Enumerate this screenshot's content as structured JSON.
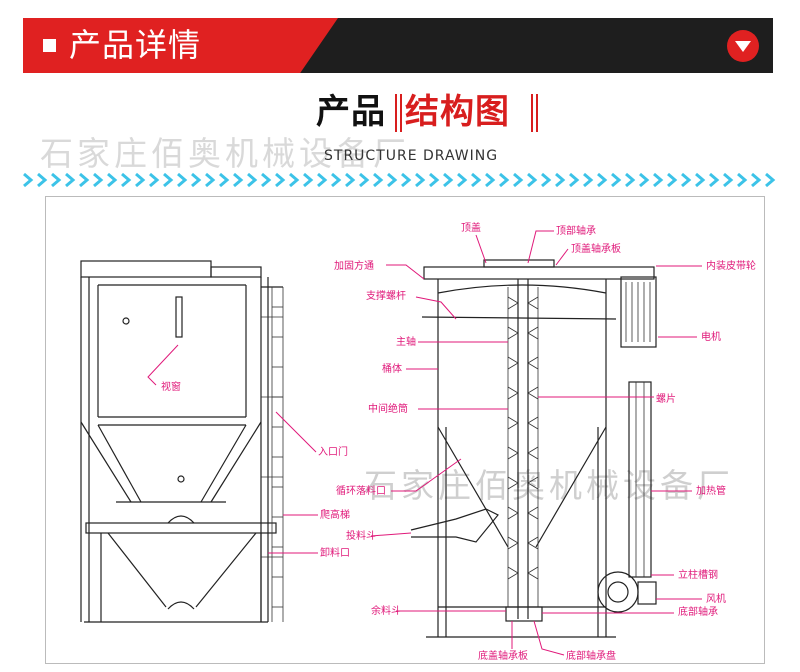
{
  "header": {
    "title": "产品详情"
  },
  "section": {
    "title_black": "产品",
    "title_red": "结构图",
    "subtitle": "STRUCTURE DRAWING"
  },
  "watermark": "石家庄佰奥机械设备厂",
  "colors": {
    "accent": "#e02121",
    "header_bg": "#1e1e1e",
    "chevron": "#3cc3e8",
    "label": "#e0197a"
  },
  "labels": {
    "sight_window": "视窗",
    "inlet_door": "入口门",
    "ladder": "爬高梯",
    "discharge": "卸料口",
    "top_cover": "顶盖",
    "top_bearing": "顶部轴承",
    "top_cover_bearing_plate": "顶盖轴承板",
    "fixed_ring": "加固方通",
    "inner_pulley": "内装皮带轮",
    "support_screw": "支撑螺杆",
    "motor": "电机",
    "main_shaft": "主轴",
    "barrel": "桶体",
    "blade": "螺片",
    "middle_tube": "中间绝筒",
    "circulation_outlet": "循环落料口",
    "heating_tube": "加热管",
    "feed_hopper": "投料斗",
    "column_channel": "立柱槽钢",
    "fan": "风机",
    "bottom_bearing": "底部轴承",
    "residual_hopper": "余料斗",
    "bottom_cover_plate": "底盖轴承板",
    "bottom_bearing_plate": "底部轴承盘"
  }
}
